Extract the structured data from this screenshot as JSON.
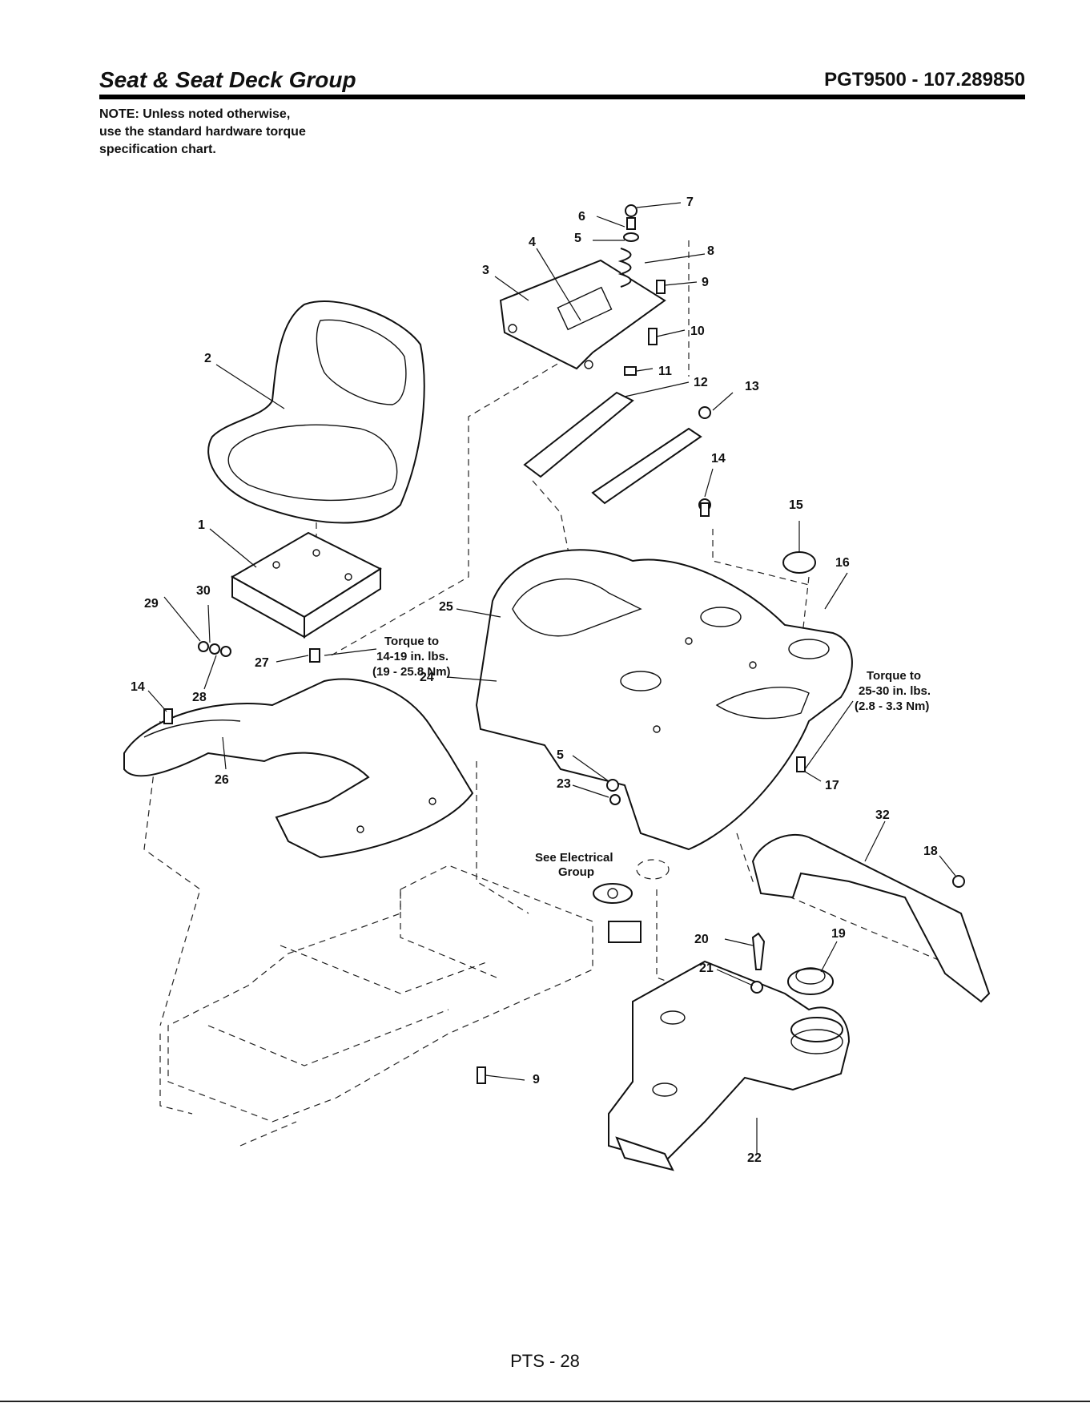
{
  "header": {
    "title": "Seat & Seat Deck Group",
    "model": "PGT9500 - 107.289850"
  },
  "note": {
    "line1": "NOTE: Unless noted otherwise,",
    "line2": "use the standard hardware torque",
    "line3": "specification chart."
  },
  "annotations": {
    "torque_a": {
      "l1": "Torque to",
      "l2": "14-19 in. lbs.",
      "l3": "(19 - 25.8 Nm)"
    },
    "torque_b": {
      "l1": "Torque to",
      "l2": "25-30 in. lbs.",
      "l3": "(2.8 - 3.3 Nm)"
    },
    "electrical": {
      "l1": "See Electrical",
      "l2": "Group"
    }
  },
  "callouts": {
    "c1": "1",
    "c2": "2",
    "c3": "3",
    "c4": "4",
    "c5a": "5",
    "c5b": "5",
    "c6": "6",
    "c7": "7",
    "c8": "8",
    "c9a": "9",
    "c9b": "9",
    "c10": "10",
    "c11": "11",
    "c12": "12",
    "c13": "13",
    "c14a": "14",
    "c14b": "14",
    "c15": "15",
    "c16": "16",
    "c17": "17",
    "c18": "18",
    "c19": "19",
    "c20": "20",
    "c21": "21",
    "c22": "22",
    "c23": "23",
    "c24": "24",
    "c25": "25",
    "c26": "26",
    "c27": "27",
    "c28": "28",
    "c29": "29",
    "c30": "30",
    "c32": "32"
  },
  "footer": {
    "page": "PTS - 28"
  }
}
